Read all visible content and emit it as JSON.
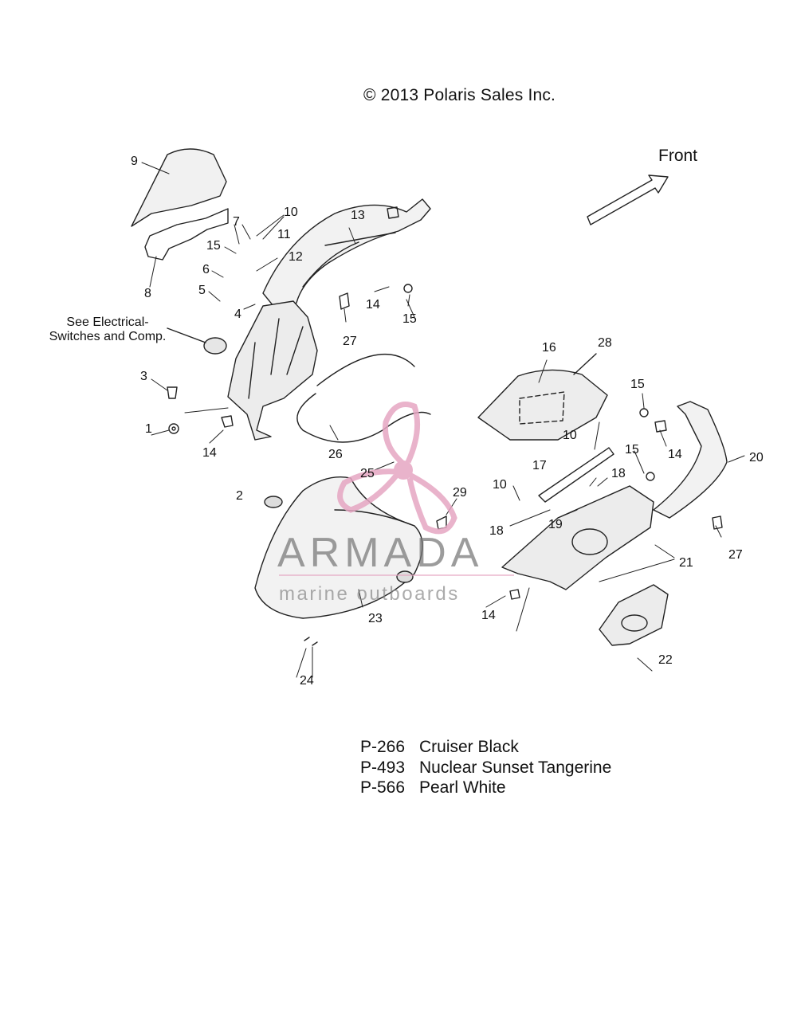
{
  "copyright": "© 2013 Polaris Sales Inc.",
  "direction_label": "Front",
  "note": {
    "line1": "See Electrical-",
    "line2": "Switches and Comp."
  },
  "callouts": [
    "1",
    "2",
    "3",
    "4",
    "5",
    "6",
    "7",
    "8",
    "9",
    "10",
    "10",
    "10",
    "11",
    "12",
    "13",
    "14",
    "14",
    "14",
    "14",
    "15",
    "15",
    "15",
    "15",
    "16",
    "17",
    "18",
    "18",
    "19",
    "20",
    "21",
    "22",
    "23",
    "24",
    "25",
    "26",
    "27",
    "27",
    "28",
    "29"
  ],
  "paint_codes": [
    {
      "code": "P-266",
      "name": "Cruiser Black"
    },
    {
      "code": "P-493",
      "name": "Nuclear Sunset Tangerine"
    },
    {
      "code": "P-566",
      "name": "Pearl White"
    }
  ],
  "watermark": {
    "title": "ARMADA",
    "subtitle": "marine outboards"
  },
  "colors": {
    "line": "#222222",
    "watermark_pink": "#e6a6c2"
  }
}
